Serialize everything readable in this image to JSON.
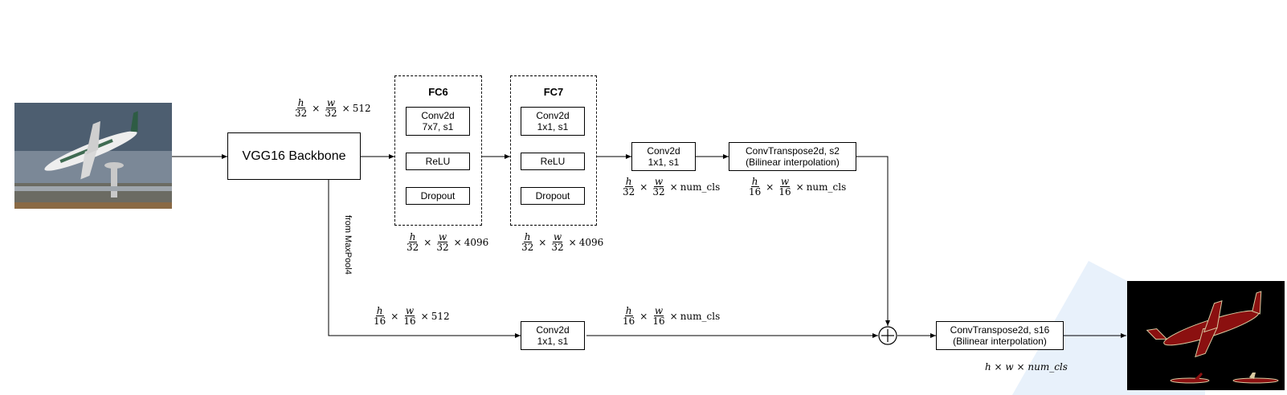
{
  "backbone": {
    "label": "VGG16 Backbone"
  },
  "fc6": {
    "title": "FC6",
    "conv": [
      "Conv2d",
      "7x7, s1"
    ],
    "relu": "ReLU",
    "dropout": "Dropout",
    "dim": {
      "num1": "h",
      "den1": "32",
      "num2": "w",
      "den2": "32",
      "ch": "4096"
    }
  },
  "fc7": {
    "title": "FC7",
    "conv": [
      "Conv2d",
      "1x1, s1"
    ],
    "relu": "ReLU",
    "dropout": "Dropout",
    "dim": {
      "num1": "h",
      "den1": "32",
      "num2": "w",
      "den2": "32",
      "ch": "4096"
    }
  },
  "score_conv": {
    "line1": "Conv2d",
    "line2": "1x1, s1",
    "dim": {
      "num1": "h",
      "den1": "32",
      "num2": "w",
      "den2": "32",
      "ch": "num_cls"
    }
  },
  "upsample2": {
    "line1": "ConvTranspose2d, s2",
    "line2": "(Bilinear interpolation)",
    "dim": {
      "num1": "h",
      "den1": "16",
      "num2": "w",
      "den2": "16",
      "ch": "num_cls"
    }
  },
  "backbone_out_dim": {
    "num1": "h",
    "den1": "32",
    "num2": "w",
    "den2": "32",
    "ch": "512"
  },
  "skip": {
    "label": "from MaxPool4",
    "dim": {
      "num1": "h",
      "den1": "16",
      "num2": "w",
      "den2": "16",
      "ch": "512"
    },
    "conv": {
      "line1": "Conv2d",
      "line2": "1x1, s1"
    },
    "out_dim": {
      "num1": "h",
      "den1": "16",
      "num2": "w",
      "den2": "16",
      "ch": "num_cls"
    }
  },
  "upsample16": {
    "line1": "ConvTranspose2d, s16",
    "line2": "(Bilinear interpolation)",
    "dim": "h × w × num_cls"
  },
  "sum_symbol": "+",
  "times": "×",
  "colors": {
    "line": "#000000",
    "segment": "#8b1010",
    "mask_bg": "#000000",
    "sky": "#4a5a6a",
    "ground": "#6b6b63",
    "fan": "#e8f1fb"
  }
}
